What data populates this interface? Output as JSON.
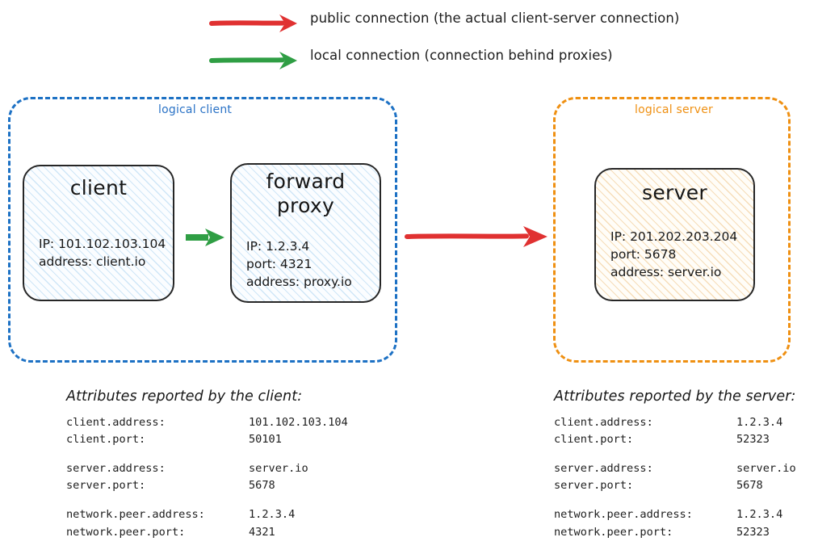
{
  "legend": {
    "items": [
      {
        "icon": "red-arrow-icon",
        "color": "#e03131",
        "label": "public connection (the actual client-server connection)"
      },
      {
        "icon": "green-arrow-icon",
        "color": "#2f9e44",
        "label": "local connection (connection behind proxies)"
      }
    ]
  },
  "groups": {
    "client": {
      "label": "logical client",
      "color": "#2a72c6"
    },
    "server": {
      "label": "logical server",
      "color": "#ef9012"
    }
  },
  "nodes": {
    "client": {
      "title": "client",
      "props": [
        "IP: 101.102.103.104",
        "address: client.io"
      ]
    },
    "proxy": {
      "title": "forward\nproxy",
      "title_line1": "forward",
      "title_line2": "proxy",
      "props": [
        "IP: 1.2.3.4",
        "port: 4321",
        "address: proxy.io"
      ]
    },
    "server": {
      "title": "server",
      "props": [
        "IP: 201.202.203.204",
        "port: 5678",
        "address: server.io"
      ]
    }
  },
  "connectors": {
    "client_to_proxy": {
      "type": "local-connection",
      "color": "#2f9e44"
    },
    "proxy_to_server": {
      "type": "public-connection",
      "color": "#e03131"
    }
  },
  "attributes": {
    "client": {
      "heading": "Attributes reported by the client:",
      "groups": [
        [
          {
            "key": "client.address:",
            "value": "101.102.103.104"
          },
          {
            "key": "client.port:",
            "value": "50101"
          }
        ],
        [
          {
            "key": "server.address:",
            "value": "server.io"
          },
          {
            "key": "server.port:",
            "value": "5678"
          }
        ],
        [
          {
            "key": "network.peer.address:",
            "value": "1.2.3.4"
          },
          {
            "key": "network.peer.port:",
            "value": "4321"
          }
        ]
      ]
    },
    "server": {
      "heading": "Attributes reported by the server:",
      "groups": [
        [
          {
            "key": "client.address:",
            "value": "1.2.3.4"
          },
          {
            "key": "client.port:",
            "value": "52323"
          }
        ],
        [
          {
            "key": "server.address:",
            "value": "server.io"
          },
          {
            "key": "server.port:",
            "value": "5678"
          }
        ],
        [
          {
            "key": "network.peer.address:",
            "value": "1.2.3.4"
          },
          {
            "key": "network.peer.port:",
            "value": "52323"
          }
        ]
      ]
    }
  }
}
